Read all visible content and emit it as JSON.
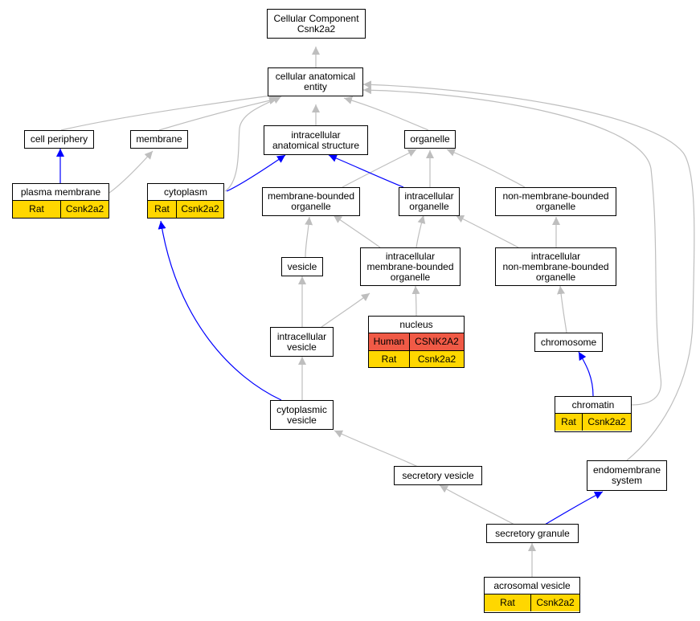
{
  "colors": {
    "edge_gray": "#BEBEBE",
    "edge_blue": "#0000FF",
    "rat_fill": "#FFD700",
    "human_fill": "#F05A46"
  },
  "nodes": {
    "root": {
      "line1": "Cellular Component",
      "line2": "Csnk2a2"
    },
    "cae": {
      "line1": "cellular anatomical",
      "line2": "entity"
    },
    "cell_periphery": {
      "label": "cell periphery"
    },
    "membrane": {
      "label": "membrane"
    },
    "ias": {
      "line1": "intracellular",
      "line2": "anatomical structure"
    },
    "organelle": {
      "label": "organelle"
    },
    "plasma_membrane": {
      "label": "plasma membrane",
      "rows": [
        {
          "species": "Rat",
          "gene": "Csnk2a2"
        }
      ]
    },
    "cytoplasm": {
      "label": "cytoplasm",
      "rows": [
        {
          "species": "Rat",
          "gene": "Csnk2a2"
        }
      ]
    },
    "mbo": {
      "line1": "membrane-bounded",
      "line2": "organelle"
    },
    "io": {
      "line1": "intracellular",
      "line2": "organelle"
    },
    "nmbo": {
      "line1": "non-membrane-bounded",
      "line2": "organelle"
    },
    "vesicle": {
      "label": "vesicle"
    },
    "imbo": {
      "line1": "intracellular",
      "line2": "membrane-bounded",
      "line3": "organelle"
    },
    "inmbo": {
      "line1": "intracellular",
      "line2": "non-membrane-bounded",
      "line3": "organelle"
    },
    "iv": {
      "line1": "intracellular",
      "line2": "vesicle"
    },
    "nucleus": {
      "label": "nucleus",
      "rows": [
        {
          "species": "Human",
          "gene": "CSNK2A2"
        },
        {
          "species": "Rat",
          "gene": "Csnk2a2"
        }
      ]
    },
    "chromosome": {
      "label": "chromosome"
    },
    "cv": {
      "line1": "cytoplasmic",
      "line2": "vesicle"
    },
    "chromatin": {
      "label": "chromatin",
      "rows": [
        {
          "species": "Rat",
          "gene": "Csnk2a2"
        }
      ]
    },
    "sv": {
      "label": "secretory vesicle"
    },
    "es": {
      "line1": "endomembrane",
      "line2": "system"
    },
    "sg": {
      "label": "secretory granule"
    },
    "av": {
      "label": "acrosomal vesicle",
      "rows": [
        {
          "species": "Rat",
          "gene": "Csnk2a2"
        }
      ]
    }
  }
}
